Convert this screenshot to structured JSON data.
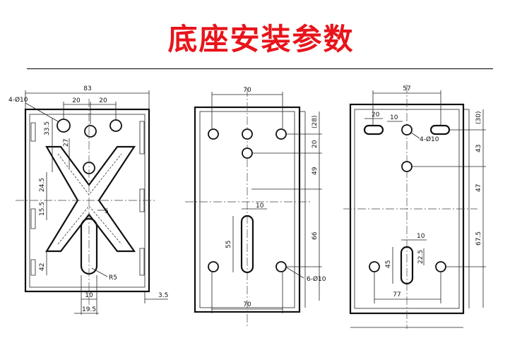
{
  "title": "底座安装参数",
  "view1": {
    "labels": {
      "holes": "4-Ø10",
      "width": "83",
      "spacing_a": "20",
      "spacing_b": "20",
      "d33_5": "33.5",
      "d27": "27",
      "d24_5": "24.5",
      "d15_5": "15.5",
      "d5": "5",
      "d42": "42",
      "r5": "R5",
      "d10": "10",
      "d19_5": "19.5",
      "d3_5": "3.5"
    }
  },
  "view2": {
    "labels": {
      "width_top": "70",
      "d28": "(28)",
      "d20": "20",
      "d49": "49",
      "d10": "10",
      "d55": "55",
      "d66": "66",
      "holes": "6-Ø10",
      "width_bottom": "70"
    }
  },
  "view3": {
    "labels": {
      "width": "57",
      "d20": "20",
      "d10": "10",
      "holes": "4-Ø10",
      "d30": "(30)",
      "d43": "43",
      "d47": "47",
      "d67_5": "67.5",
      "d10b": "10",
      "d45": "45",
      "d22_5": "22.5",
      "d77": "77"
    }
  }
}
